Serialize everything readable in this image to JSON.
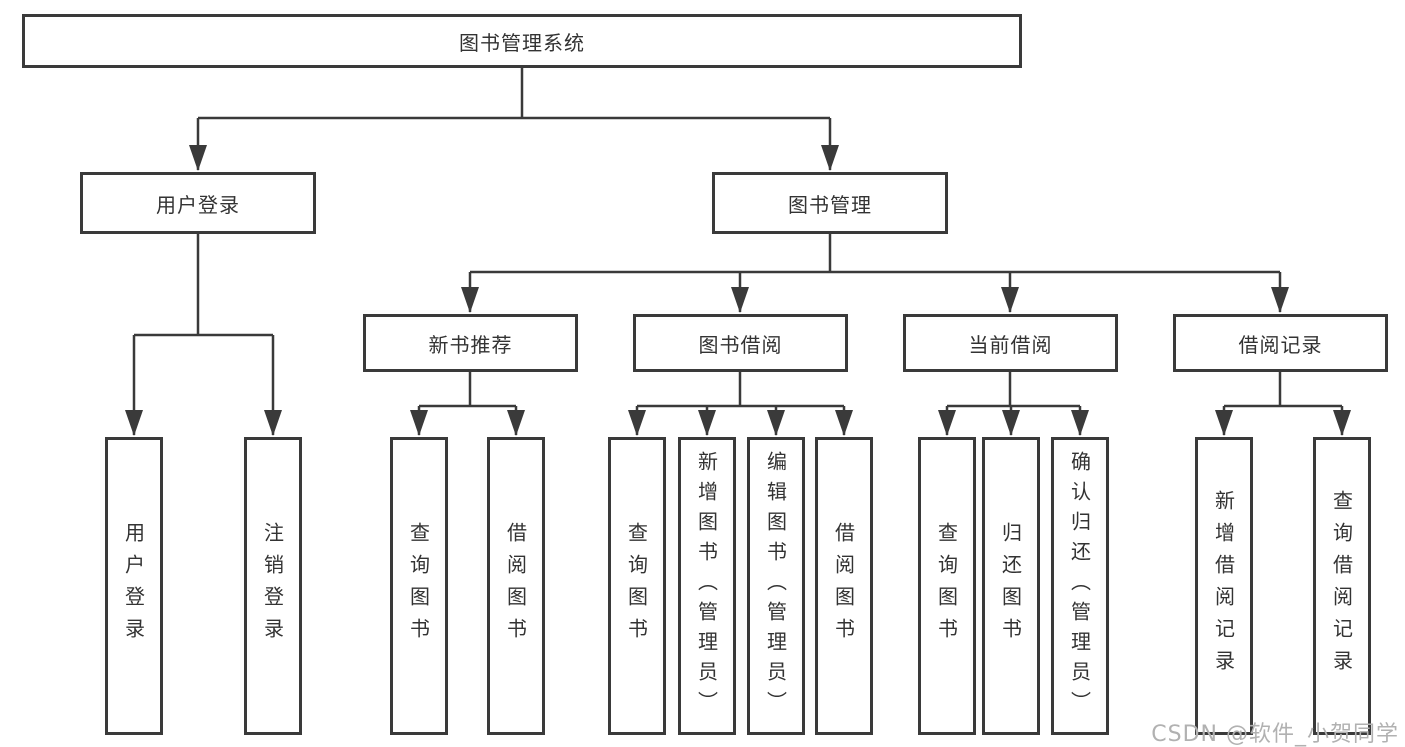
{
  "tree": {
    "label": "图书管理系统",
    "children": [
      {
        "label": "用户登录",
        "children": [
          {
            "label": "用户登录"
          },
          {
            "label": "注销登录"
          }
        ]
      },
      {
        "label": "图书管理",
        "children": [
          {
            "label": "新书推荐",
            "children": [
              {
                "label": "查询图书"
              },
              {
                "label": "借阅图书"
              }
            ]
          },
          {
            "label": "图书借阅",
            "children": [
              {
                "label": "查询图书"
              },
              {
                "label": "新增图书（管理员）"
              },
              {
                "label": "编辑图书（管理员）"
              },
              {
                "label": "借阅图书"
              }
            ]
          },
          {
            "label": "当前借阅",
            "children": [
              {
                "label": "查询图书"
              },
              {
                "label": "归还图书"
              },
              {
                "label": "确认归还（管理员）"
              }
            ]
          },
          {
            "label": "借阅记录",
            "children": [
              {
                "label": "新增借阅记录"
              },
              {
                "label": "查询借阅记录"
              }
            ]
          }
        ]
      }
    ]
  },
  "watermark": "CSDN @软件_小贺同学",
  "colors": {
    "line": "#3a3a3a",
    "text": "#333333",
    "node_fill": "#ffffff",
    "watermark": "#b1b1b1",
    "background": "#ffffff"
  }
}
